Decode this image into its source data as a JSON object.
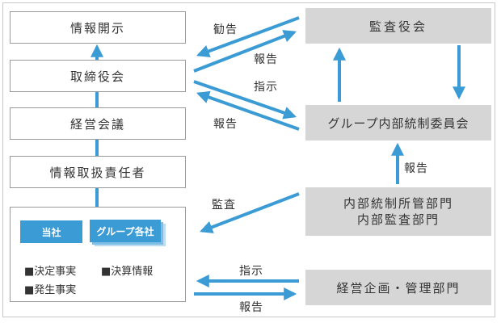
{
  "boxes": {
    "disclosure": "情報開示",
    "board": "取締役会",
    "management_meeting": "経営会議",
    "info_officer": "情報取扱責任者",
    "audit_board": "監査役会",
    "group_control_committee": "グループ内部統制委員会",
    "internal_control_dept_line1": "内部統制所管部門",
    "internal_control_dept_line2": "内部監査部門",
    "planning_dept": "経営企画・管理部門"
  },
  "company_box": {
    "tag_company": "当社",
    "tag_group": "グループ各社",
    "items": [
      "■決定事実",
      "■決算情報",
      "■発生事実"
    ]
  },
  "arrow_labels": {
    "recommend": "勧告",
    "report_to_audit": "報告",
    "instruct_committee": "指示",
    "report_from_committee": "報告",
    "report_up": "報告",
    "audit": "監査",
    "instruct_planning": "指示",
    "report_from_planning": "報告"
  },
  "colors": {
    "arrow": "#3a9bd5",
    "gray_box": "#d6d6d6",
    "white_box_border": "#9a9a9a",
    "tag_blue": "#3a9bd5"
  }
}
